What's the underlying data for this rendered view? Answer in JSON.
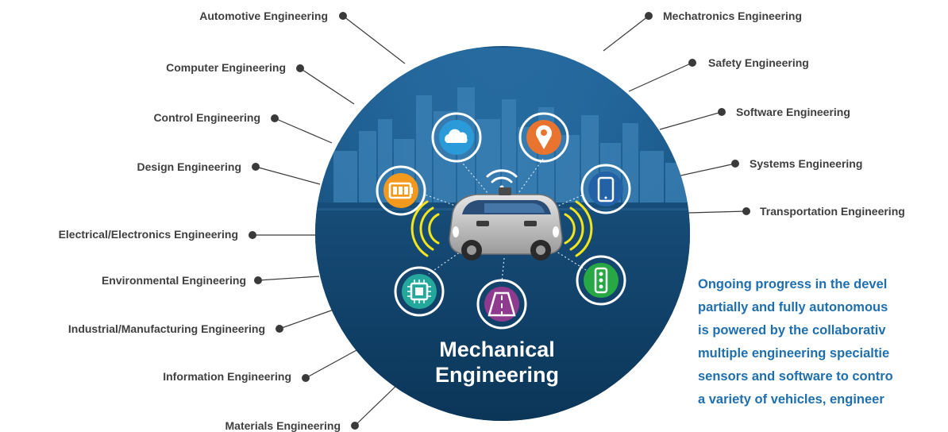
{
  "center_title": [
    "Mechanical",
    "Engineering"
  ],
  "left_labels": [
    "Automotive Engineering",
    "Computer Engineering",
    "Control Engineering",
    "Design Engineering",
    "Electrical/Electronics Engineering",
    "Environmental Engineering",
    "Industrial/Manufacturing Engineering",
    "Information Engineering",
    "Materials Engineering"
  ],
  "right_labels": [
    "Mechatronics Engineering",
    "Safety Engineering",
    "Software Engineering",
    "Systems Engineering",
    "Transportation Engineering"
  ],
  "description_lines": [
    "Ongoing progress in the devel",
    "partially and fully autonomous",
    "is powered by the collaborativ",
    "multiple engineering specialtie",
    "sensors and software to contro",
    "a variety of vehicles, engineer"
  ],
  "colors": {
    "circle_top": "#2b6ea5",
    "circle_bottom": "#0d3d63",
    "label_text": "#3f3f3f",
    "connector": "#3a3a3a",
    "description_text": "#1f6fae"
  },
  "icons": [
    "cloud-icon",
    "location-pin-icon",
    "battery-icon",
    "smartphone-icon",
    "chip-icon",
    "road-icon",
    "traffic-light-icon",
    "wifi-icon",
    "autonomous-car-icon"
  ]
}
